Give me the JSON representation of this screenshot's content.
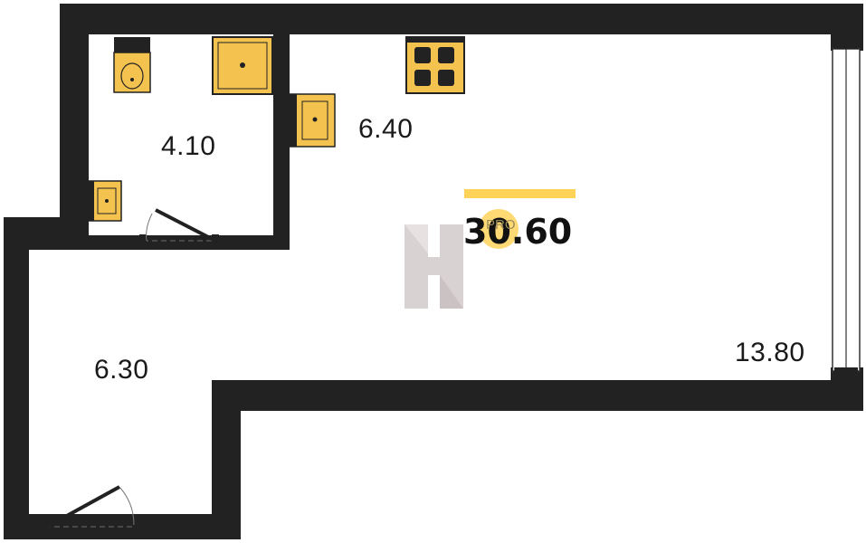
{
  "plan": {
    "rooms": {
      "bathroom_area": "4.10",
      "kitchen_area": "6.40",
      "hallway_area": "6.30",
      "living_area": "13.80"
    },
    "total_area": "30.60",
    "badge_text": "PRO",
    "colors": {
      "wall": "#222222",
      "fixture": "#f4c24f",
      "accent": "#ffd258",
      "watermark": "#d9d2d2"
    }
  }
}
